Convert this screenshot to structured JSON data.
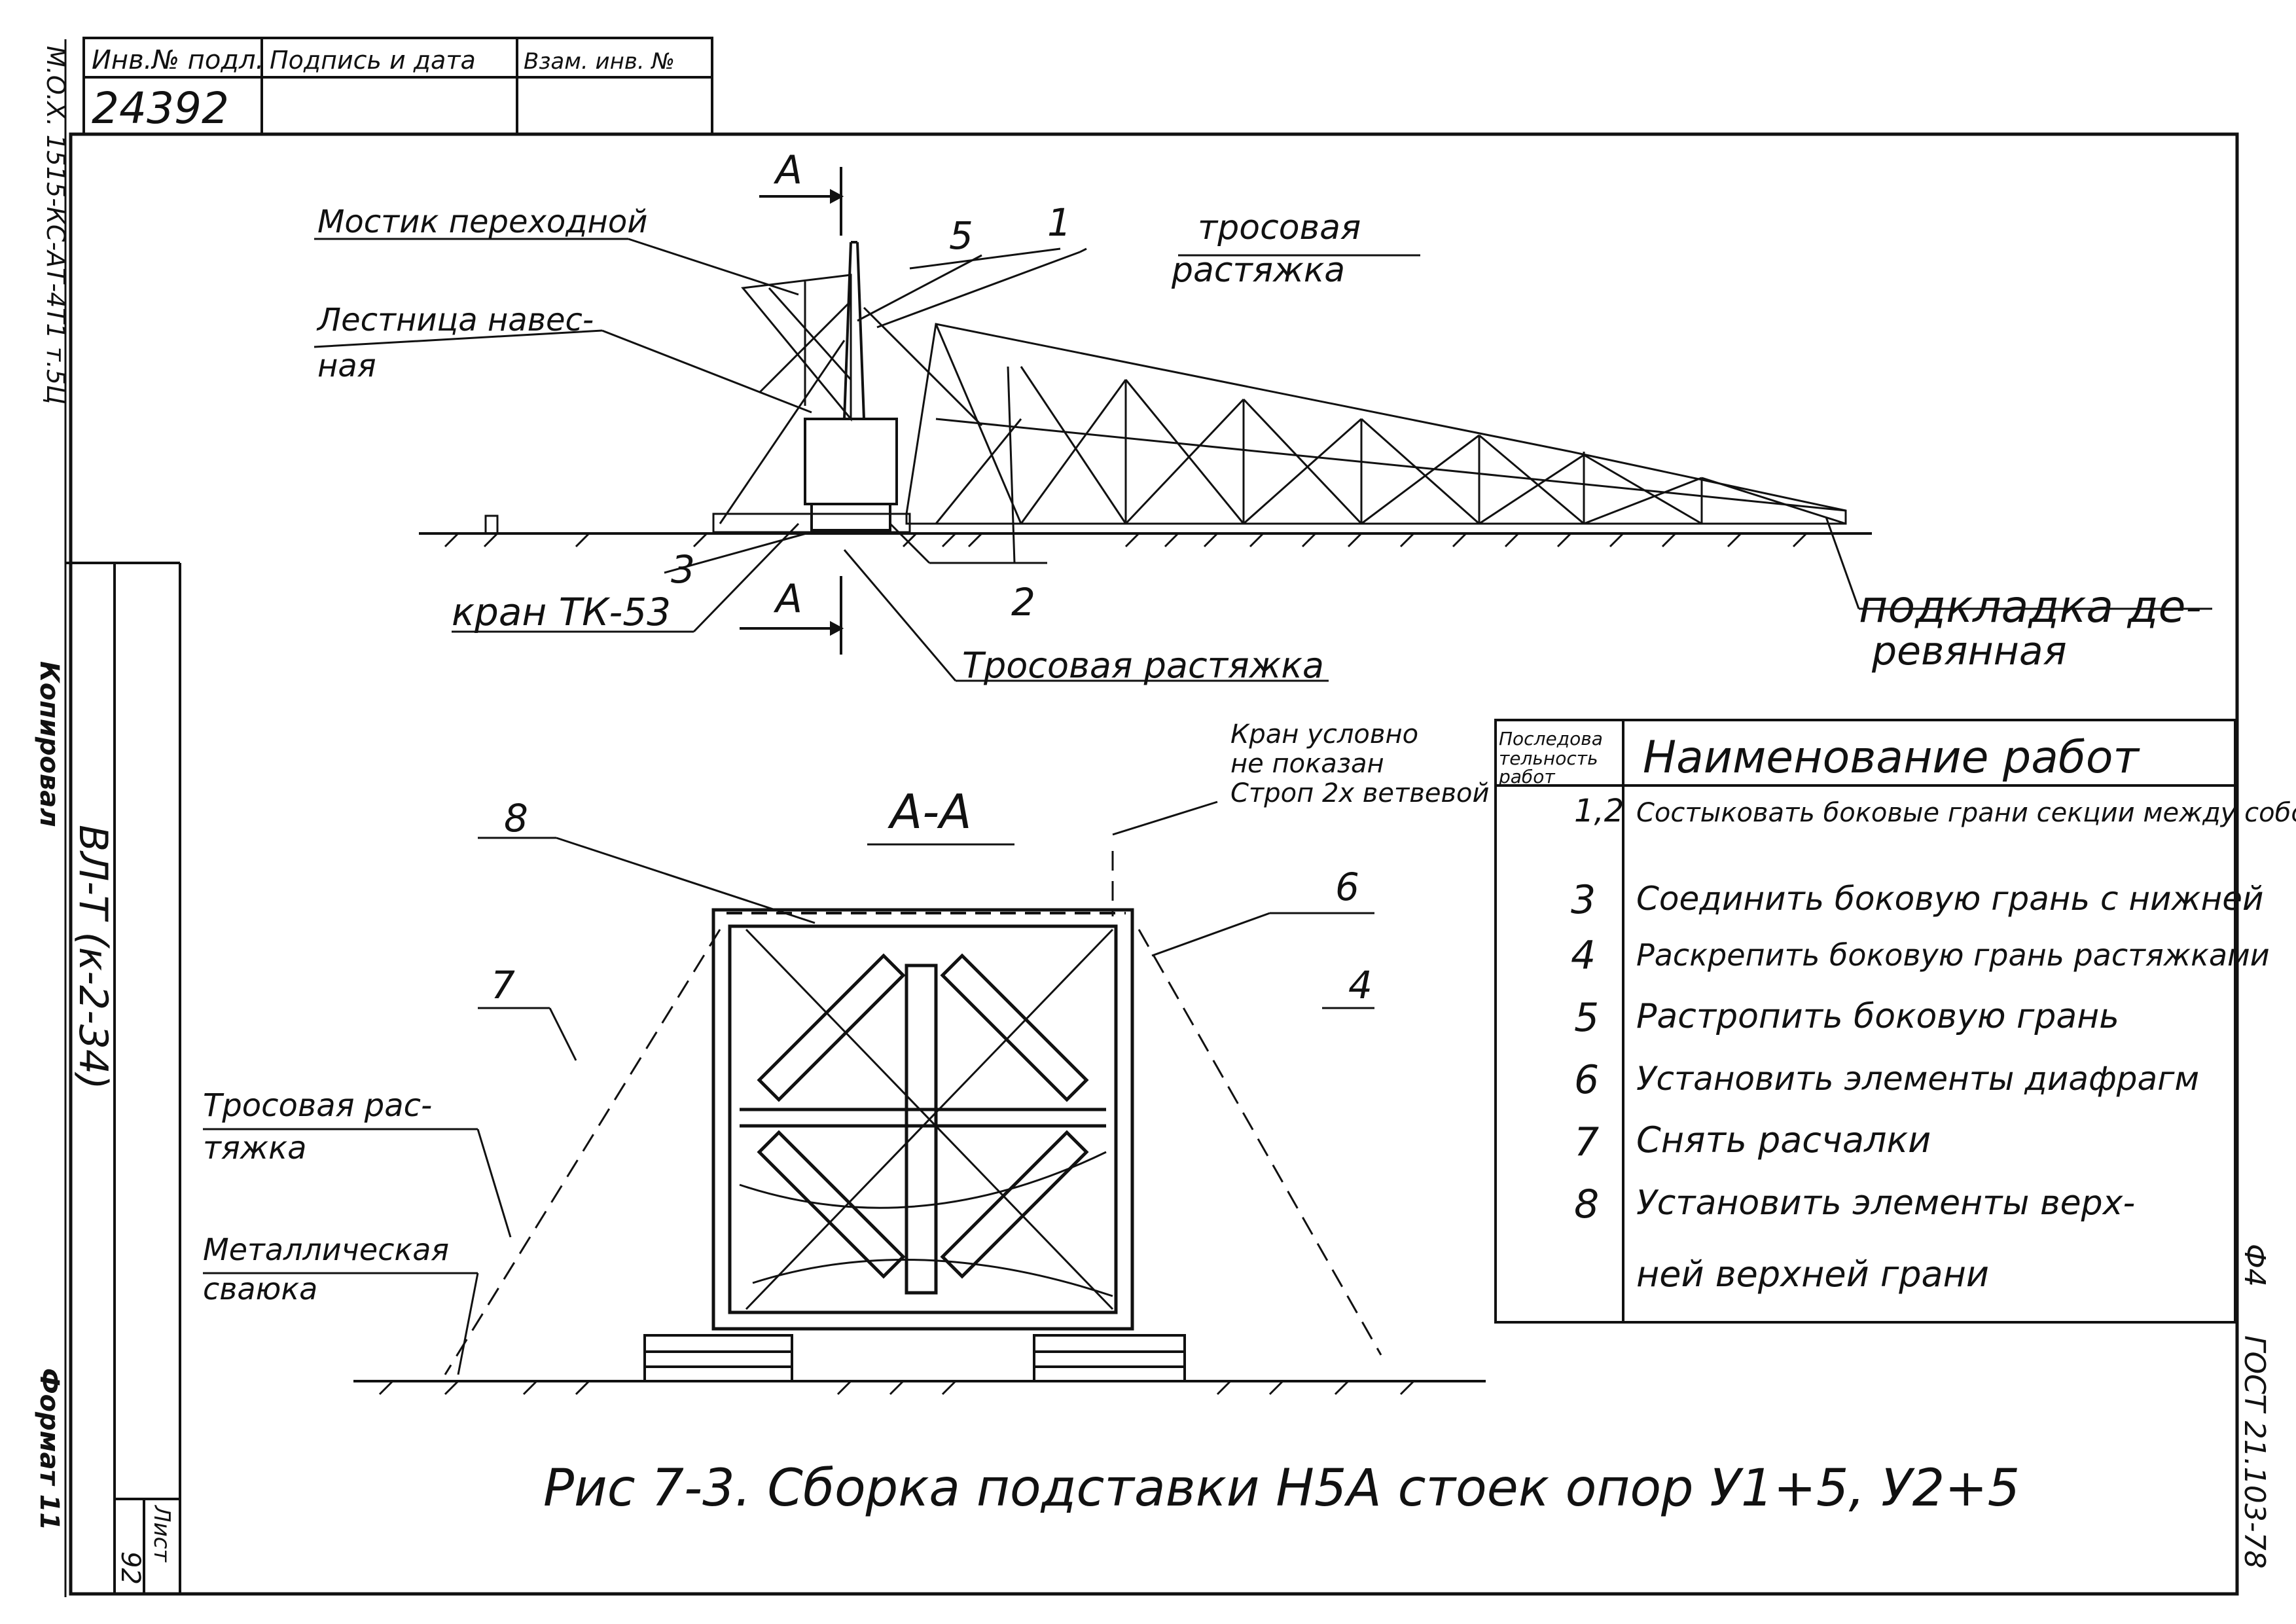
{
  "stamp": {
    "inv_no_label": "Инв.№ подл.",
    "signature_date_label": "Подпись и дата",
    "replace_inv_label": "Взам. инв. №",
    "inv_number": "24392"
  },
  "left_margin": {
    "vertical_code": "M.O.X. 1515-КС-АТ-4Т1 т.5Ц",
    "copied_label": "Копировал",
    "sheet_code": "ВЛ-Т (к-2-34)",
    "format_label": "Формат 11",
    "sheet_label": "Лист",
    "sheet_number": "92"
  },
  "right_margin": {
    "format_code": "Ф4",
    "gost": "ГОСТ 21.103-78"
  },
  "view_top": {
    "section_mark": "А",
    "labels": {
      "bridge": "Мостик переходной",
      "ladder_1": "Лестница навес-",
      "ladder_2": "ная",
      "cable_guy_1": "тросовая",
      "cable_guy_2": "растяжка",
      "crane": "кран ТК-53",
      "cable_guy_bottom": "Тросовая растяжка",
      "wood_pad_1": "подкладка де-",
      "wood_pad_2": "ревянная"
    },
    "callouts": [
      "5",
      "1",
      "3",
      "2"
    ]
  },
  "view_section": {
    "title": "А-А",
    "crane_note_1": "Кран условно",
    "crane_note_2": "не показан",
    "crane_note_3": "Строп 2х ветвевой",
    "cable_guy_1": "Тросовая рас-",
    "cable_guy_2": "тяжка",
    "metal_pile_1": "Металлическая",
    "metal_pile_2": "сваюка",
    "callouts": [
      "8",
      "6",
      "7",
      "4"
    ]
  },
  "work_table": {
    "col1_header_1": "Последова",
    "col1_header_2": "тельность",
    "col1_header_3": "работ",
    "col2_header": "Наименование работ",
    "rows": [
      {
        "seq": "1,2",
        "text": "Состыковать боковые грани секции между собой"
      },
      {
        "seq": "3",
        "text": "Соединить боковую грань с нижней"
      },
      {
        "seq": "4",
        "text": "Раскрепить боковую грань растяжками"
      },
      {
        "seq": "5",
        "text": "Растропить боковую грань"
      },
      {
        "seq": "6",
        "text": "Установить элементы диафрагм"
      },
      {
        "seq": "7",
        "text": "Снять расчалки"
      },
      {
        "seq": "8",
        "text": "Установить элементы верх-"
      }
    ],
    "last_row_continuation": "ней верхней грани"
  },
  "caption": "Рис 7-3. Сборка подставки Н5А стоек опор У1+5, У2+5"
}
